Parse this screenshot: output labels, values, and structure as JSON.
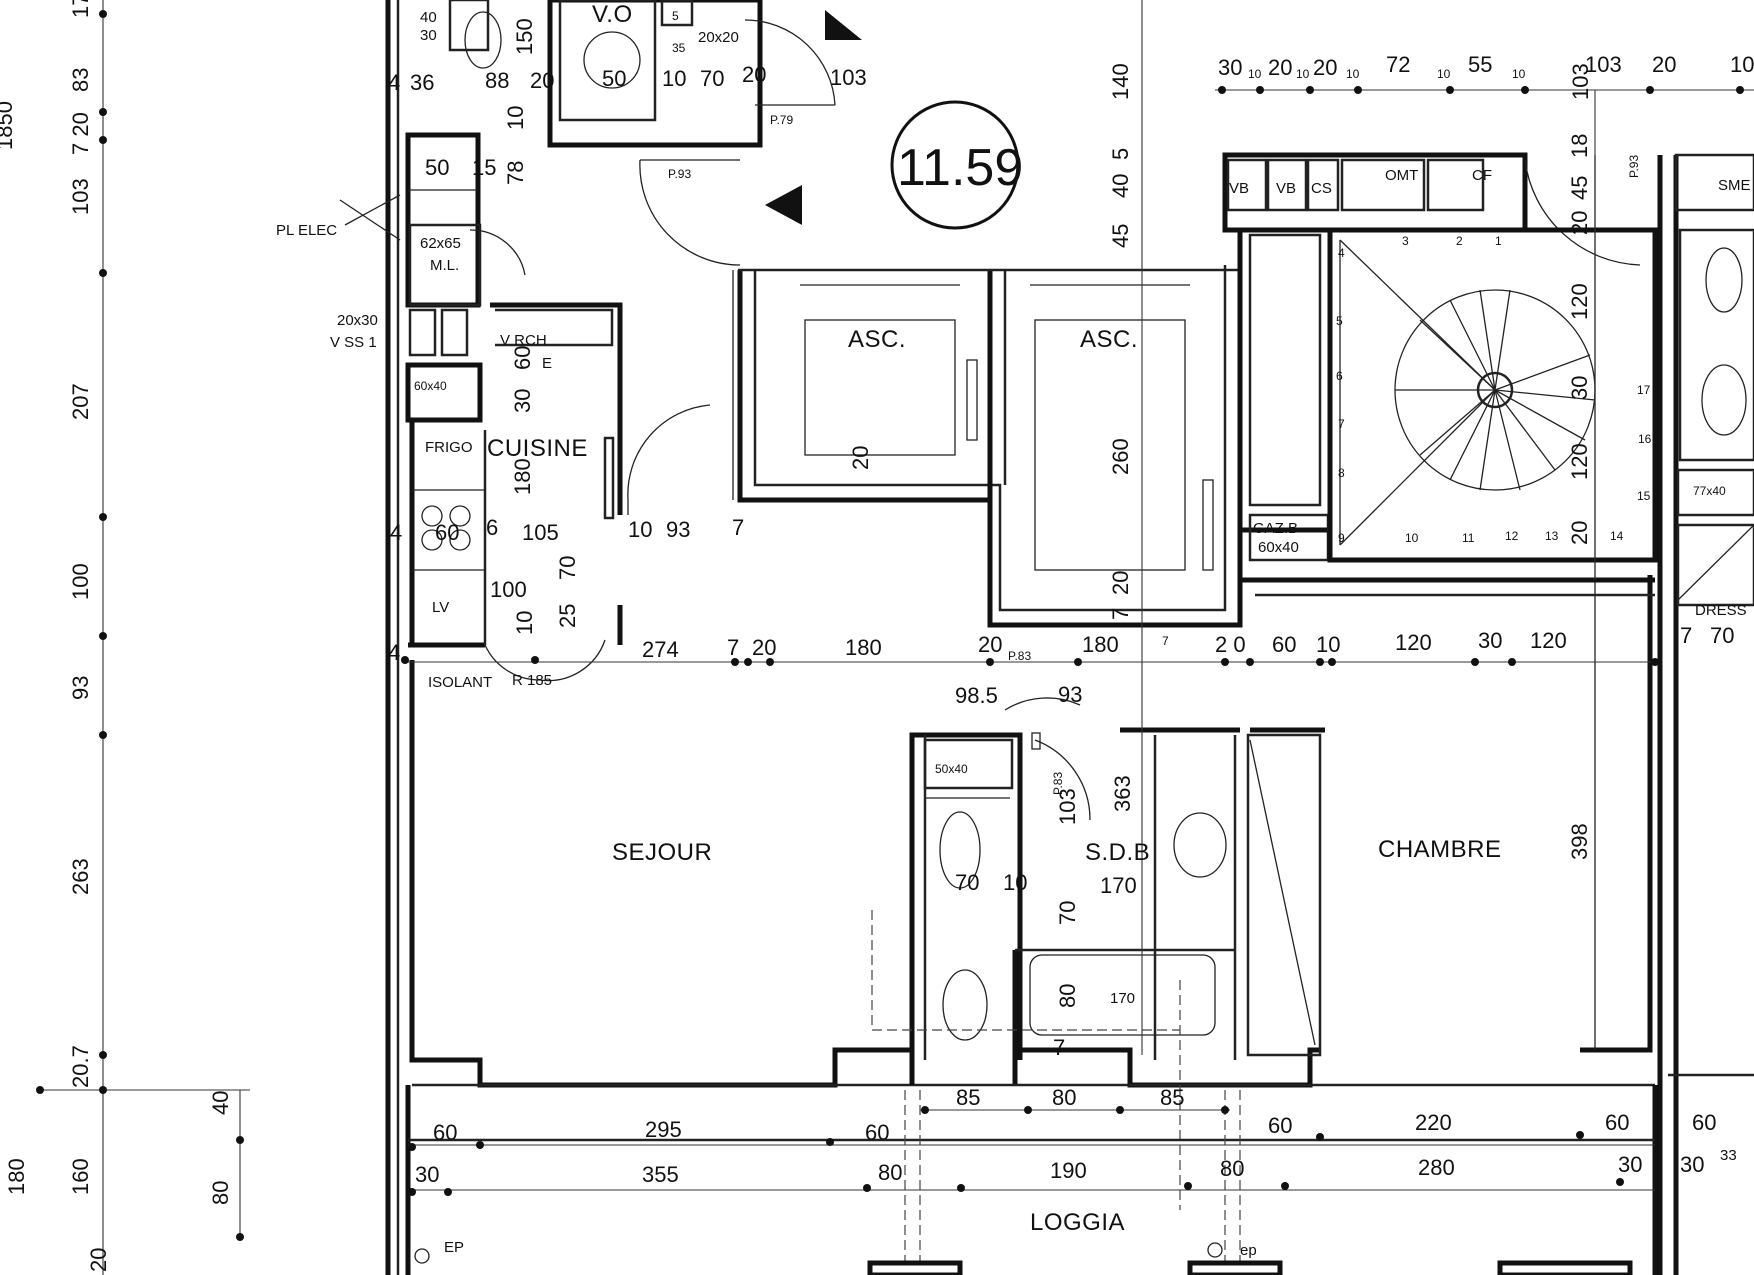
{
  "plan": {
    "unit_number": "11.59",
    "rooms": {
      "sejour": "SEJOUR",
      "cuisine": "CUISINE",
      "chambre": "CHAMBRE",
      "sdb": "S.D.B",
      "loggia": "LOGGIA",
      "asc_left": "ASC.",
      "asc_right": "ASC."
    },
    "labels": {
      "pl_elec": "PL ELEC",
      "vss": "V SS 1",
      "vss_dim": "20x30",
      "vo": "V.O",
      "frigo": "FRIGO",
      "lv": "LV",
      "ml": "M.L.",
      "ml_dim": "62x65",
      "vrch": "V RCH",
      "e": "E",
      "gaz": "GAZ.B",
      "gaz_dim": "60x40",
      "vb1": "VB",
      "vb2": "VB",
      "cs": "CS",
      "omt": "OMT",
      "cf": "CF",
      "sme": "SME",
      "dress": "DRESS",
      "isolant": "ISOLANT",
      "r185": "R 185",
      "ep1": "EP",
      "ep2": "ep",
      "p93a": "P.93",
      "p93b": "P.93",
      "p79": "P.79",
      "p83a": "P.83",
      "p83b": "P.83",
      "box_50x40": "50x40",
      "box_60x40": "60x40",
      "box_77x40": "77x40",
      "bath_170": "170"
    },
    "left_dims": [
      "1850",
      "17",
      "83",
      "7 20",
      "103",
      "207",
      "100",
      "93",
      "263",
      "20.7",
      "160",
      "180",
      "40",
      "80",
      "20"
    ],
    "top_right_dims": [
      "30",
      "10",
      "20",
      "10",
      "20",
      "10",
      "72",
      "10",
      "55",
      "10",
      "103",
      "20",
      "103",
      "10"
    ],
    "center_dims": [
      "140",
      "5",
      "40",
      "45",
      "260",
      "20",
      "7",
      "20",
      "98.5",
      "93",
      "103",
      "363",
      "170",
      "70",
      "10",
      "70",
      "80",
      "7",
      "398",
      "120",
      "30",
      "120",
      "20",
      "18",
      "45",
      "20"
    ],
    "corridor_dims": [
      "4",
      "274",
      "7",
      "20",
      "180",
      "20",
      "180",
      "7",
      "2 0",
      "60",
      "10",
      "120",
      "30",
      "120",
      "7",
      "70"
    ],
    "kitchen_dims": [
      "40",
      "30",
      "4",
      "36",
      "88",
      "20",
      "150",
      "50",
      "15",
      "78",
      "10",
      "60",
      "30",
      "180",
      "4",
      "60",
      "6",
      "105",
      "10",
      "93",
      "7",
      "100",
      "70",
      "25",
      "10",
      "5",
      "35",
      "20x20",
      "50",
      "10",
      "70",
      "20",
      "103"
    ],
    "bottom_row1": [
      "60",
      "295",
      "60",
      "85",
      "80",
      "85",
      "60",
      "220",
      "60",
      "60"
    ],
    "bottom_row2": [
      "30",
      "355",
      "80",
      "190",
      "80",
      "280",
      "30",
      "30",
      "33"
    ],
    "stair_steps": [
      "1",
      "2",
      "3",
      "4",
      "5",
      "6",
      "7",
      "8",
      "9",
      "10",
      "11",
      "12",
      "13",
      "14",
      "15",
      "16",
      "17"
    ]
  }
}
